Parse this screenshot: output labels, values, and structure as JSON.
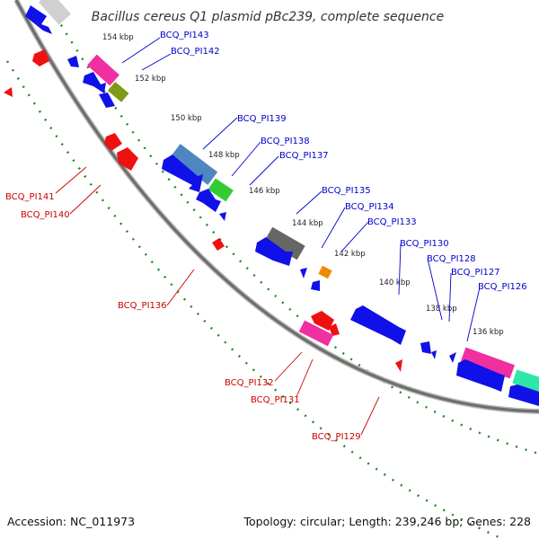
{
  "map": {
    "title": "Bacillus cereus Q1 plasmid pBc239, complete sequence",
    "accession_text": "Accession: NC_011973",
    "summary_text": "Topology: circular; Length: 239,246 bp; Genes: 228"
  },
  "kbp_labels": [
    "154 kbp",
    "152 kbp",
    "150 kbp",
    "148 kbp",
    "146 kbp",
    "144 kbp",
    "142 kbp",
    "140 kbp",
    "138 kbp",
    "136 kbp"
  ],
  "forward_genes": [
    "BCQ_PI143",
    "BCQ_PI142",
    "BCQ_PI139",
    "BCQ_PI138",
    "BCQ_PI137",
    "BCQ_PI135",
    "BCQ_PI134",
    "BCQ_PI133",
    "BCQ_PI130",
    "BCQ_PI128",
    "BCQ_PI127",
    "BCQ_PI126"
  ],
  "reverse_genes": [
    "BCQ_PI141",
    "BCQ_PI140",
    "BCQ_PI136",
    "BCQ_PI132",
    "BCQ_PI131",
    "BCQ_PI129"
  ],
  "colors": {
    "forward_cds": "#1010e8",
    "reverse_cds": "#ee1111",
    "label_forward": "#0000cc",
    "label_reverse": "#cc0000",
    "backbone": "#6e6e6e",
    "tick_dots": "#1a8a1a",
    "feature_magenta": "#f02fa0",
    "feature_olive": "#7e9a18",
    "feature_steel": "#4f86c0",
    "feature_green": "#33cc33",
    "feature_gray": "#666666",
    "feature_orange": "#f08800",
    "feature_teal": "#2ee8a8",
    "feature_silver": "#d0d0d0"
  }
}
